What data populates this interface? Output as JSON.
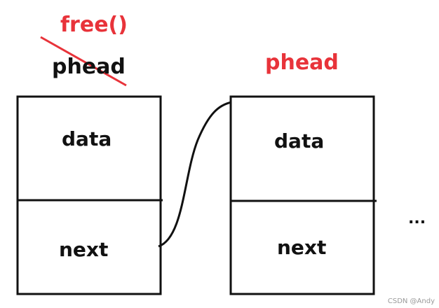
{
  "annotation": {
    "free_label": "free()",
    "free_color": "#e8333a"
  },
  "node_old": {
    "pointer_label": "phead",
    "data_label": "data",
    "next_label": "next"
  },
  "node_new": {
    "pointer_label": "phead",
    "pointer_color": "#e8333a",
    "data_label": "data",
    "next_label": "next"
  },
  "ellipsis": "...",
  "watermark": "CSDN @Andy"
}
